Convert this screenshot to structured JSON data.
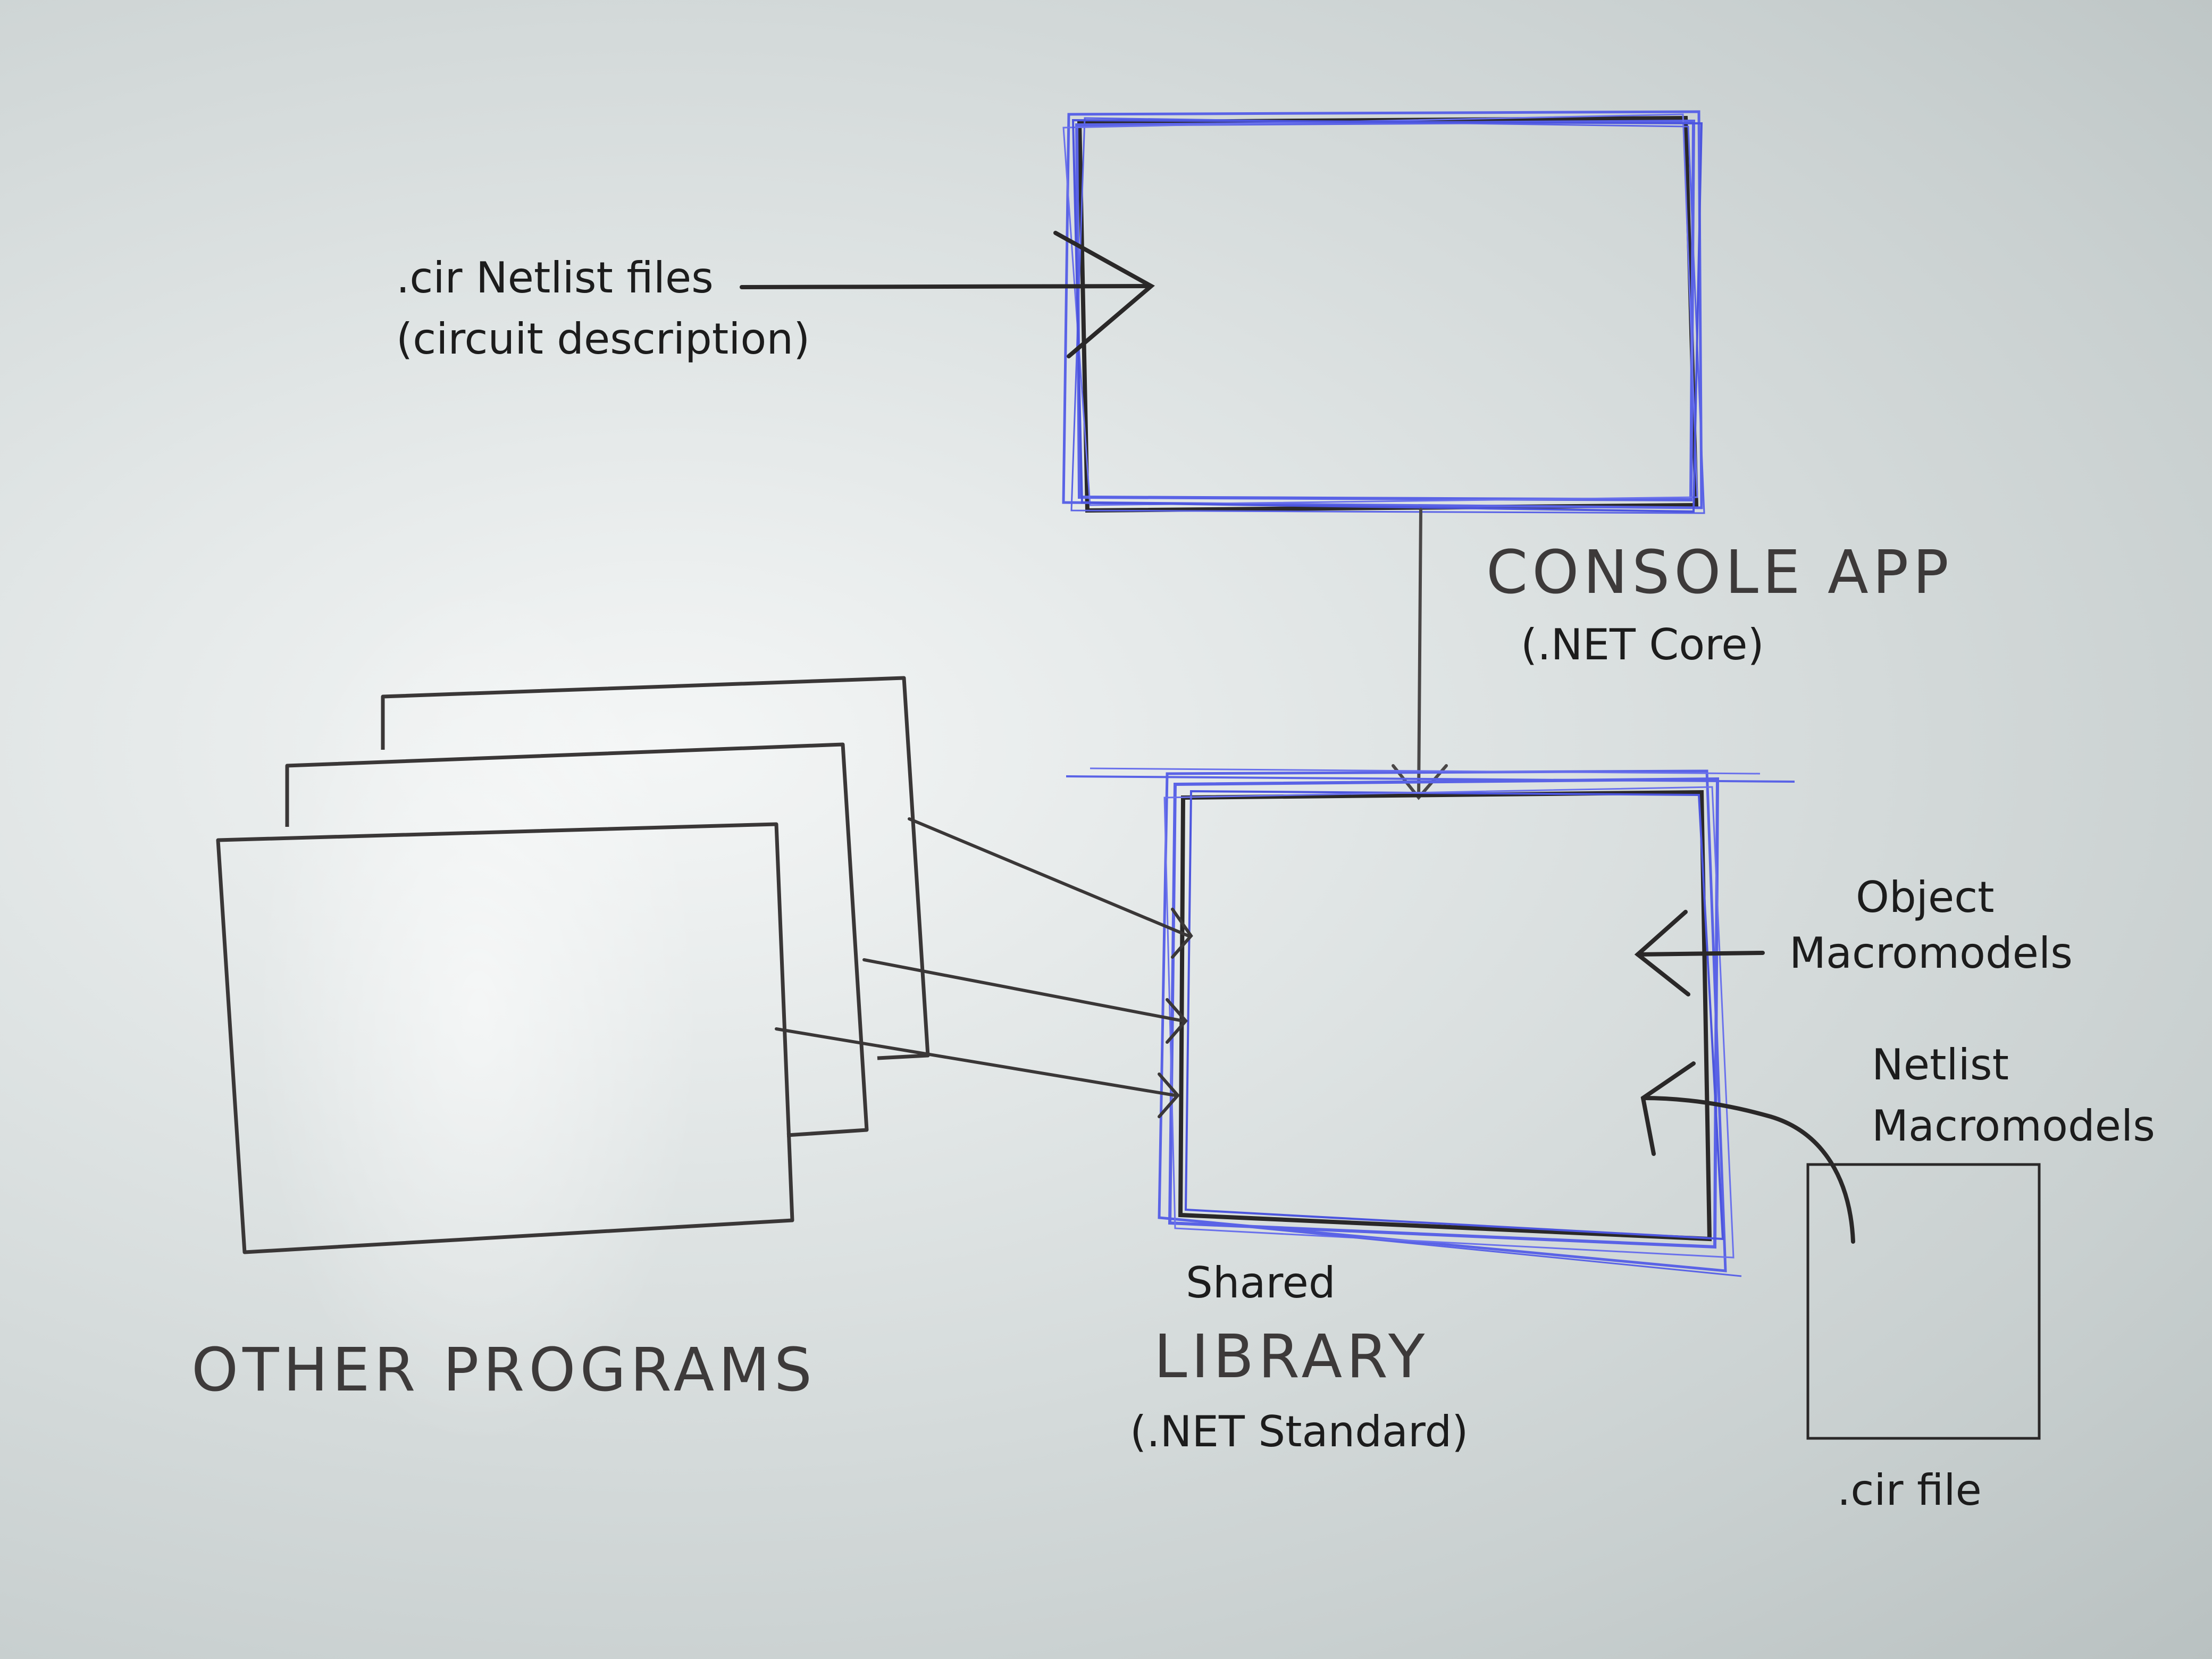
{
  "labels": {
    "netlist_files_line1": ".cir Netlist files",
    "netlist_files_line2": "(circuit description)",
    "console_app": "CONSOLE APP",
    "console_app_sub": "(.NET Core)",
    "other_programs": "OTHER PROGRAMS",
    "object_macromodels_line1": "Object",
    "object_macromodels_line2": "Macromodels",
    "netlist_macromodels_line1": "Netlist",
    "netlist_macromodels_line2": "Macromodels",
    "shared_library_line1": "Shared",
    "shared_library_line2": "LIBRARY",
    "shared_library_sub": "(.NET Standard)",
    "cir_file": ".cir file"
  },
  "colors": {
    "highlight": "#5a63e6",
    "ink": "#2a2828",
    "board": "#dfe4e4"
  }
}
